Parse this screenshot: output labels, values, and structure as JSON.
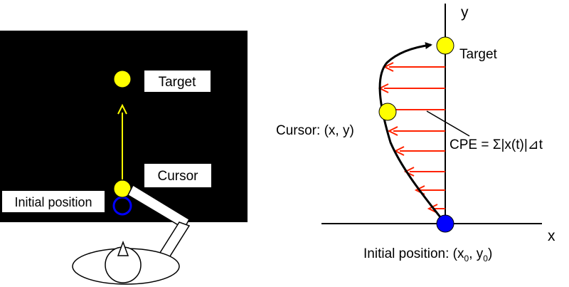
{
  "left_panel": {
    "target_label": "Target",
    "cursor_label": "Cursor",
    "initial_position_label": "Initial position",
    "colors": {
      "screen": "#000000",
      "target_dot": "#ffff00",
      "path_arrow": "#ffff00",
      "initial_ring": "#0000ff",
      "label_box": "#ffffff"
    }
  },
  "right_panel": {
    "y_axis_label": "y",
    "x_axis_label": "x",
    "target_label": "Target",
    "cursor_label": "Cursor: (x, y)",
    "cpe_label": "CPE = Σ|x(t)|⊿t",
    "initial_label_prefix": "Initial position: (x",
    "initial_sub_x": "0",
    "initial_label_mid": ", y",
    "initial_sub_y": "0",
    "initial_label_suffix": ")",
    "error_arrow_count": 8,
    "colors": {
      "error_arrows": "#ff2200",
      "target_dot": "#ffff00",
      "origin_dot": "#0000ff",
      "trajectory": "#000000"
    }
  }
}
